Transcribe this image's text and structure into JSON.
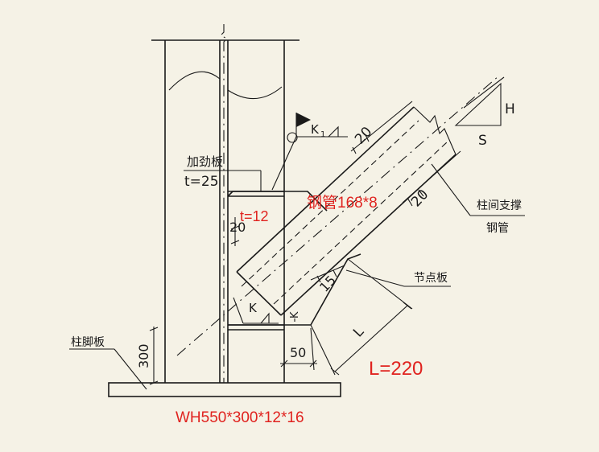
{
  "labels": {
    "stiffener_name": "加劲板",
    "stiffener_thk": "t=25",
    "gusset_thk": "t=12",
    "pipe_spec": "钢管168*8",
    "brace_line1": "柱间支撑",
    "brace_line2": "钢管",
    "gusset_name": "节点板",
    "base_plate_name": "柱脚板",
    "dim_300": "300",
    "dim_50": "50",
    "dim_20_top": "20",
    "dim_20_right": "20",
    "dim_20_left": "20",
    "dim_15": "15",
    "dim_L": "L",
    "L_value": "L=220",
    "section_spec": "WH550*300*12*16",
    "weld_K1": "K",
    "weld_K1_sub": "1",
    "weld_K": "K",
    "slope_H": "H",
    "slope_S": "S"
  },
  "colors": {
    "background": "#f5f2e6",
    "line": "#1a1a1a",
    "annotation_red": "#e0231f"
  }
}
